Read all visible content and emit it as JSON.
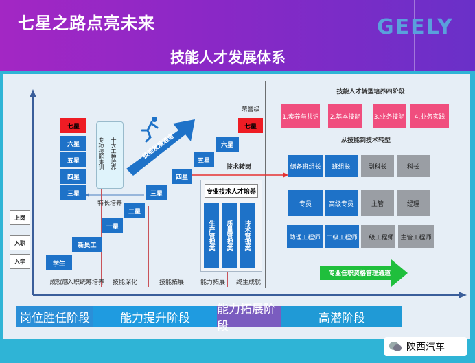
{
  "header": {
    "title": "七星之路点亮未来",
    "subtitle": "技能人才发展体系",
    "logo": "GEELY"
  },
  "left": {
    "side_labels": [
      "上岗",
      "入职",
      "入学"
    ],
    "axis_labels": [
      "成就感",
      "入职统筹培养",
      "技能深化",
      "技能拓展",
      "能力拓展",
      "终生成就"
    ],
    "steps": [
      "学生",
      "新员工",
      "一星",
      "二星",
      "三星",
      "四星",
      "五星",
      "六星"
    ],
    "ladder": [
      "七星",
      "六星",
      "五星",
      "四星",
      "三星"
    ],
    "ladder_top": "七星",
    "ladder_caption": "特长培养",
    "special_col1": "专项技能集训",
    "special_col2": "十大工种培养",
    "arrow_label": "技能发展通道",
    "top_right_label": "荣誉级",
    "skill_transfer": "技术转岗",
    "talent_title": "专业技术人才培养",
    "talent_cols": [
      "生产管理类",
      "质量管理类",
      "技术管理类"
    ]
  },
  "right": {
    "title": "技能人才转型培养四阶段",
    "stages": [
      "1.素养与共识",
      "2.基本技能",
      "3.业务技能",
      "4.业务实践"
    ],
    "transform_title": "从技能到技术转型",
    "grid": [
      [
        "储备班组长",
        "班组长",
        "副科长",
        "科长"
      ],
      [
        "专员",
        "高级专员",
        "主管",
        "经理"
      ],
      [
        "助理工程师",
        "二级工程师",
        "一级工程师",
        "主管工程师"
      ]
    ],
    "channel": "专业任职资格管理通道"
  },
  "phases": [
    "岗位胜任阶段",
    "能力提升阶段",
    "能力拓展阶段",
    "高潜阶段"
  ],
  "watermark": "陕西汽车",
  "colors": {
    "header": "#8a28c6",
    "panel": "#2fb4d6",
    "card": "#e6eef6",
    "blue": "#1e72c8",
    "red": "#ee1c24",
    "pink": "#f04e7e",
    "grey": "#9a9ea4",
    "green": "#1fbf3c"
  }
}
